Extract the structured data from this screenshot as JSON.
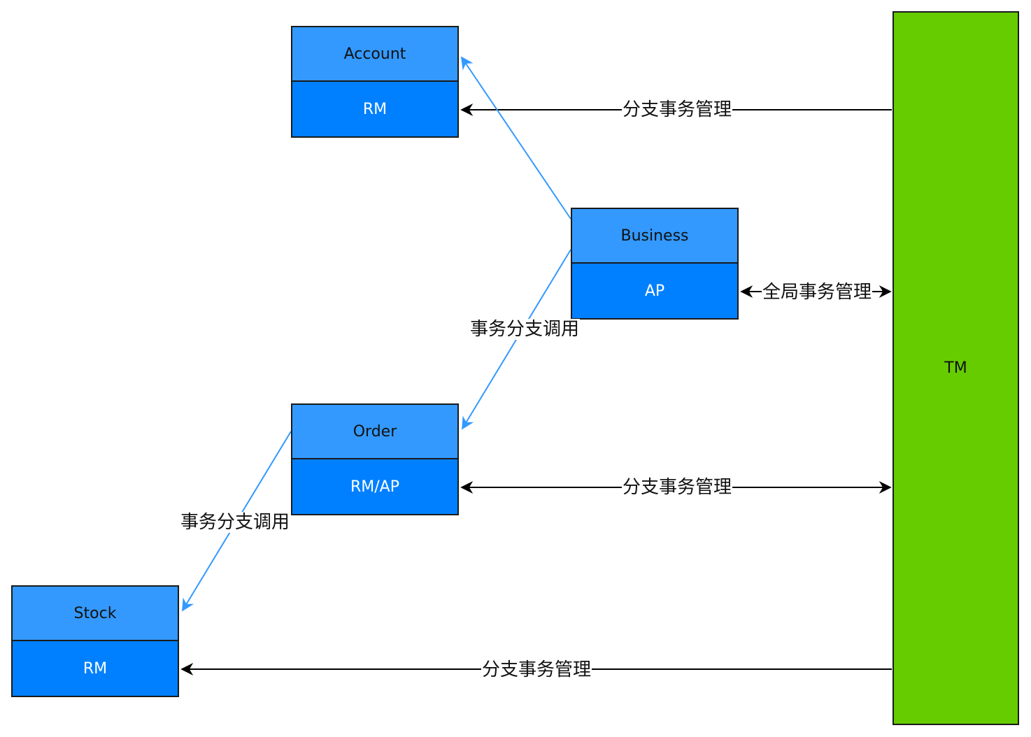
{
  "colors": {
    "box_header": "#3399ff",
    "box_body": "#0080ff",
    "tm_fill": "#66cc00",
    "call_edge": "#3399ff",
    "manage_edge": "#000000"
  },
  "nodes": {
    "account": {
      "title": "Account",
      "role": "RM"
    },
    "business": {
      "title": "Business",
      "role": "AP"
    },
    "order": {
      "title": "Order",
      "role": "RM/AP"
    },
    "stock": {
      "title": "Stock",
      "role": "RM"
    },
    "tm": {
      "label": "TM"
    }
  },
  "edges": {
    "tm_account": {
      "label": "分支事务管理",
      "direction": "TM → Account"
    },
    "business_tm": {
      "label": "全局事务管理",
      "direction": "Business ↔ TM"
    },
    "business_order": {
      "label": "事务分支调用",
      "direction": "Business → Order"
    },
    "business_account": {
      "label": "",
      "direction": "Business → Account"
    },
    "order_tm": {
      "label": "分支事务管理",
      "direction": "Order ↔ TM"
    },
    "order_stock": {
      "label": "事务分支调用",
      "direction": "Order → Stock"
    },
    "tm_stock": {
      "label": "分支事务管理",
      "direction": "TM → Stock"
    }
  }
}
